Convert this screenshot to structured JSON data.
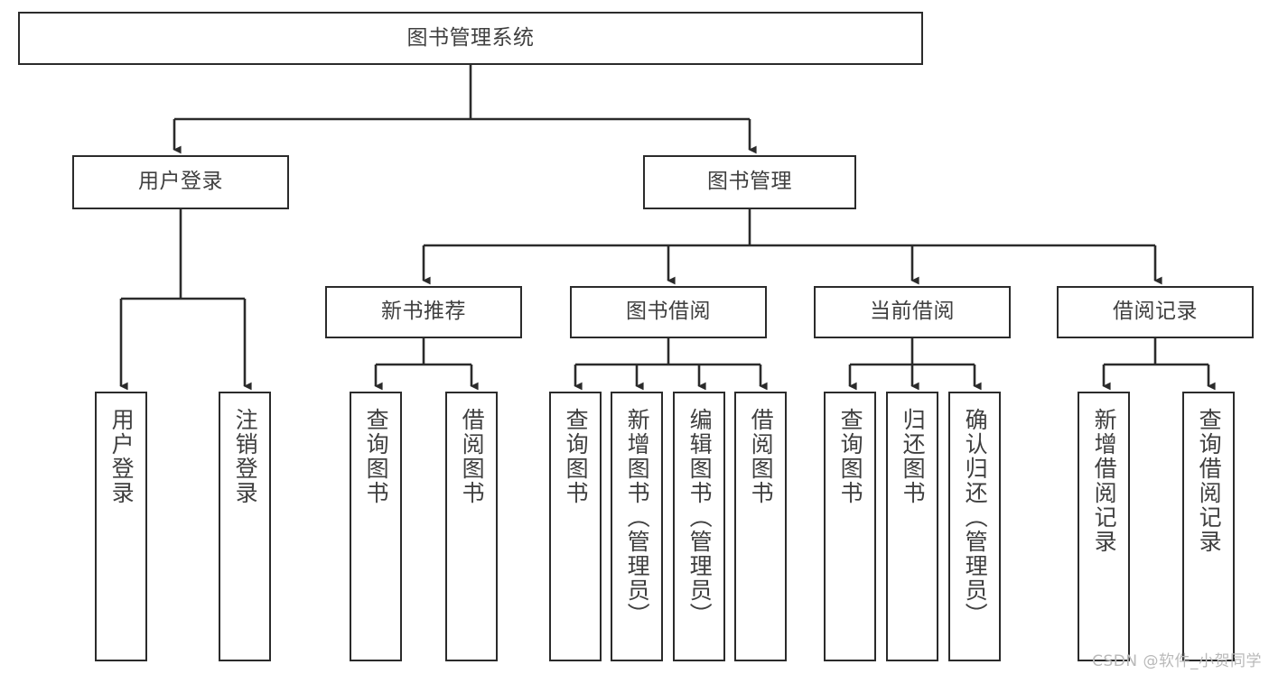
{
  "diagram": {
    "title": "图书管理系统",
    "watermark": "CSDN @软件_小贺同学",
    "colors": {
      "border": "#2b2b2b",
      "text": "#3f3f3f",
      "background": "#ffffff",
      "wire": "#2b2b2b",
      "watermark": "#b9b9b9"
    }
  },
  "nodes": {
    "root": {
      "label": "图书管理系统"
    },
    "level1": [
      {
        "label": "用户登录"
      },
      {
        "label": "图书管理"
      }
    ],
    "level2": [
      {
        "label": "新书推荐"
      },
      {
        "label": "图书借阅"
      },
      {
        "label": "当前借阅"
      },
      {
        "label": "借阅记录"
      }
    ],
    "leaves": {
      "user_login": [
        {
          "label": "用户登录"
        },
        {
          "label": "注销登录"
        }
      ],
      "new_book": [
        {
          "label": "查询图书"
        },
        {
          "label": "借阅图书"
        }
      ],
      "book_borrow": [
        {
          "label": "查询图书"
        },
        {
          "label": "新增图书（管理员）"
        },
        {
          "label": "编辑图书（管理员）"
        },
        {
          "label": "借阅图书"
        }
      ],
      "current_borrow": [
        {
          "label": "查询图书"
        },
        {
          "label": "归还图书"
        },
        {
          "label": "确认归还（管理员）"
        }
      ],
      "borrow_record": [
        {
          "label": "新增借阅记录"
        },
        {
          "label": "查询借阅记录"
        }
      ]
    }
  }
}
